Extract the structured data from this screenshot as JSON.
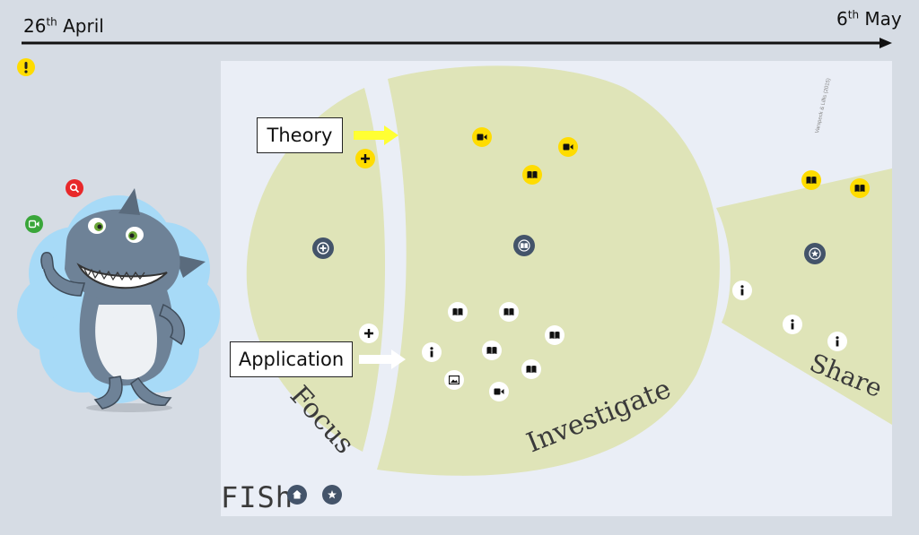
{
  "timeline": {
    "start_num": "26",
    "start_sup": "th",
    "start_month": " April",
    "end_num": "6",
    "end_sup": "th",
    "end_month": " May"
  },
  "labels": {
    "theory": "Theory",
    "application": "Application",
    "focus": "Focus",
    "investigate": "Investigate",
    "share": "Share",
    "fish": "FISh",
    "credit": "Varspeck & Lillis (2015)"
  },
  "colors": {
    "background": "#d6dce4",
    "board": "#eaeef6",
    "section_fill": "#dfe4b8",
    "icon_yellow": "#ffdc00",
    "icon_navy": "#44546a",
    "arrow_yellow": "#ffff33",
    "shark_bg": "#a7daf7"
  },
  "icons": {
    "alert": "exclamation-icon",
    "search": "search-icon",
    "video": "video-icon",
    "book": "book-icon",
    "info": "info-icon",
    "plus": "plus-icon",
    "image": "image-icon",
    "star": "star-icon",
    "home": "home-icon"
  }
}
